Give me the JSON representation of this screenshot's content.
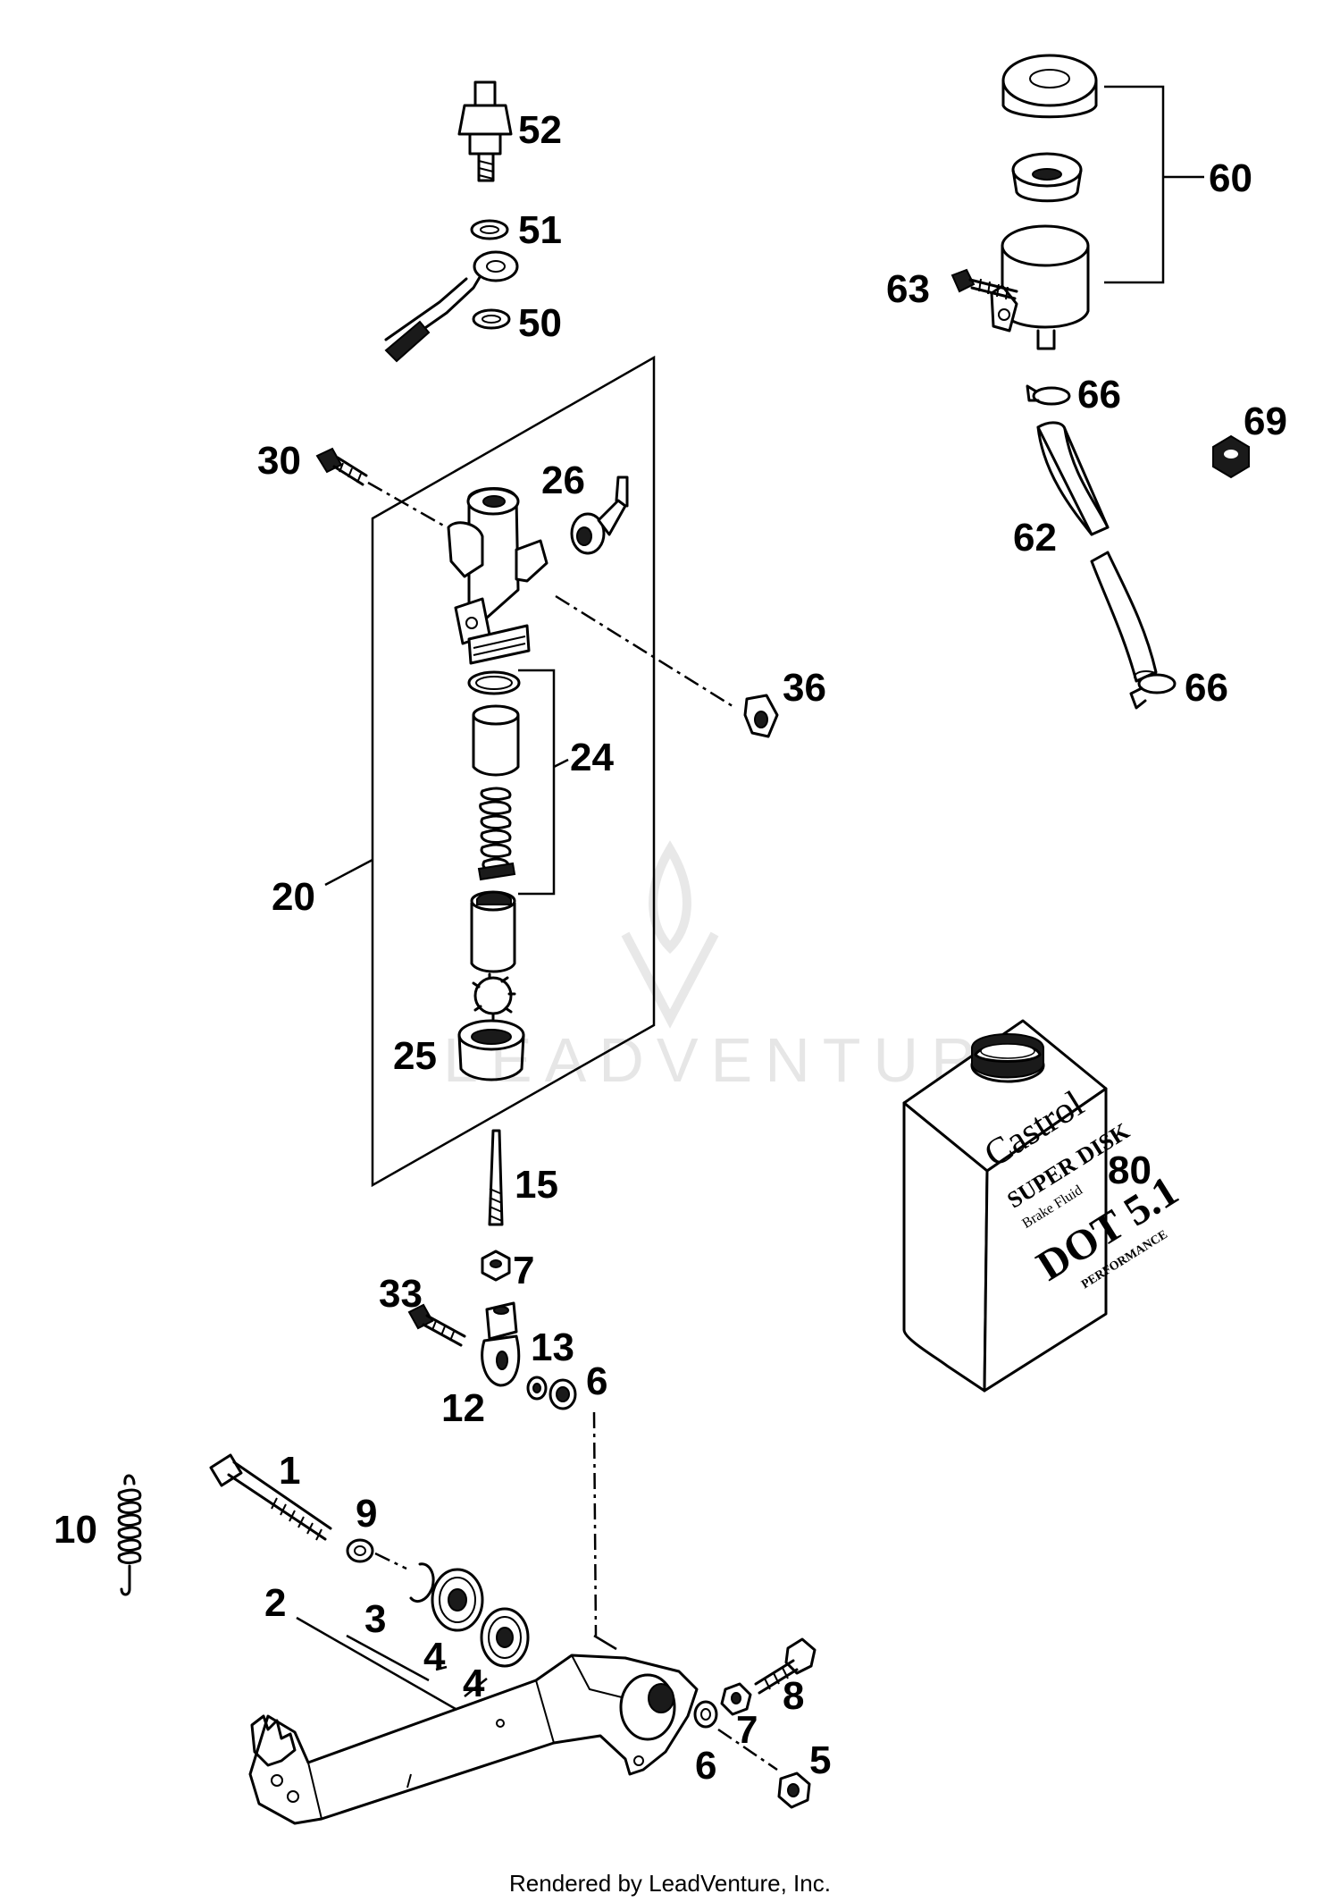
{
  "watermark": "LEADVENTURE",
  "footer": "Rendered by LeadVenture, Inc.",
  "can": {
    "brand": "Castrol",
    "line1": "SUPER DISK",
    "line2": "Brake Fluid",
    "line3": "DOT 5.1",
    "line4": "PERFORMANCE"
  },
  "callouts": [
    {
      "text": "52"
    },
    {
      "text": "51"
    },
    {
      "text": "50"
    },
    {
      "text": "60"
    },
    {
      "text": "63"
    },
    {
      "text": "66"
    },
    {
      "text": "69"
    },
    {
      "text": "62"
    },
    {
      "text": "66"
    },
    {
      "text": "30"
    },
    {
      "text": "26"
    },
    {
      "text": "36"
    },
    {
      "text": "24"
    },
    {
      "text": "20"
    },
    {
      "text": "25"
    },
    {
      "text": "80"
    },
    {
      "text": "15"
    },
    {
      "text": "7"
    },
    {
      "text": "33"
    },
    {
      "text": "13"
    },
    {
      "text": "6"
    },
    {
      "text": "12"
    },
    {
      "text": "1"
    },
    {
      "text": "9"
    },
    {
      "text": "10"
    },
    {
      "text": "2"
    },
    {
      "text": "3"
    },
    {
      "text": "4"
    },
    {
      "text": "4"
    },
    {
      "text": "8"
    },
    {
      "text": "7"
    },
    {
      "text": "6"
    },
    {
      "text": "5"
    }
  ]
}
